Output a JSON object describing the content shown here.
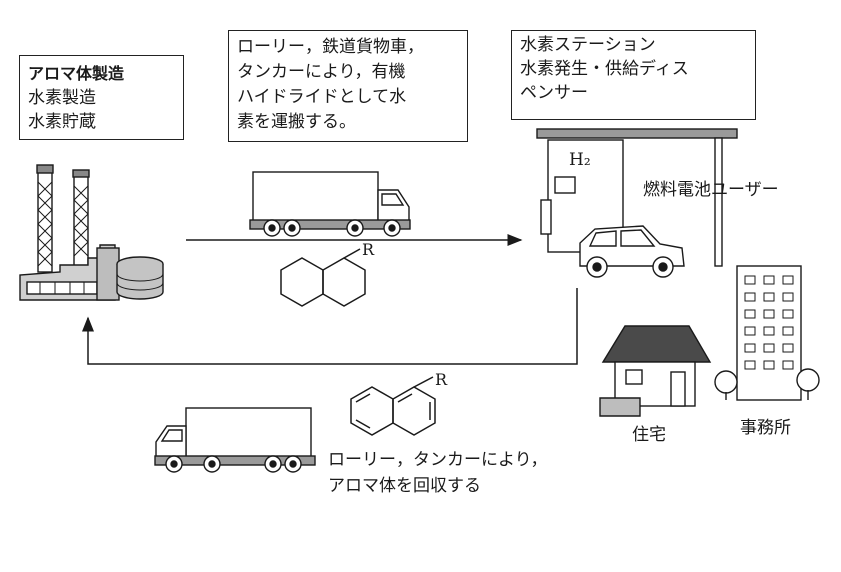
{
  "factory_box": {
    "title": "アロマ体製造",
    "line2": "水素製造",
    "line3": "水素貯蔵"
  },
  "transport_box": {
    "lines": [
      "ローリー，鉄道貨物車，",
      "タンカーにより，有機",
      "ハイドライドとして水",
      "素を運搬する。"
    ]
  },
  "station_box": {
    "lines": [
      "水素ステーション",
      "水素発生・供給ディス",
      "ペンサー"
    ]
  },
  "labels": {
    "h2": "H₂",
    "fuel_cell_user": "燃料電池ユーザー",
    "house": "住宅",
    "office": "事務所",
    "return_line1": "ローリー，タンカーにより，",
    "return_line2": "アロマ体を回収する",
    "r_top": "R",
    "r_bottom": "R"
  },
  "colors": {
    "ink": "#1a1a1a",
    "fill_gray": "#bfbfbf",
    "roof_dark": "#4a4a4a"
  }
}
